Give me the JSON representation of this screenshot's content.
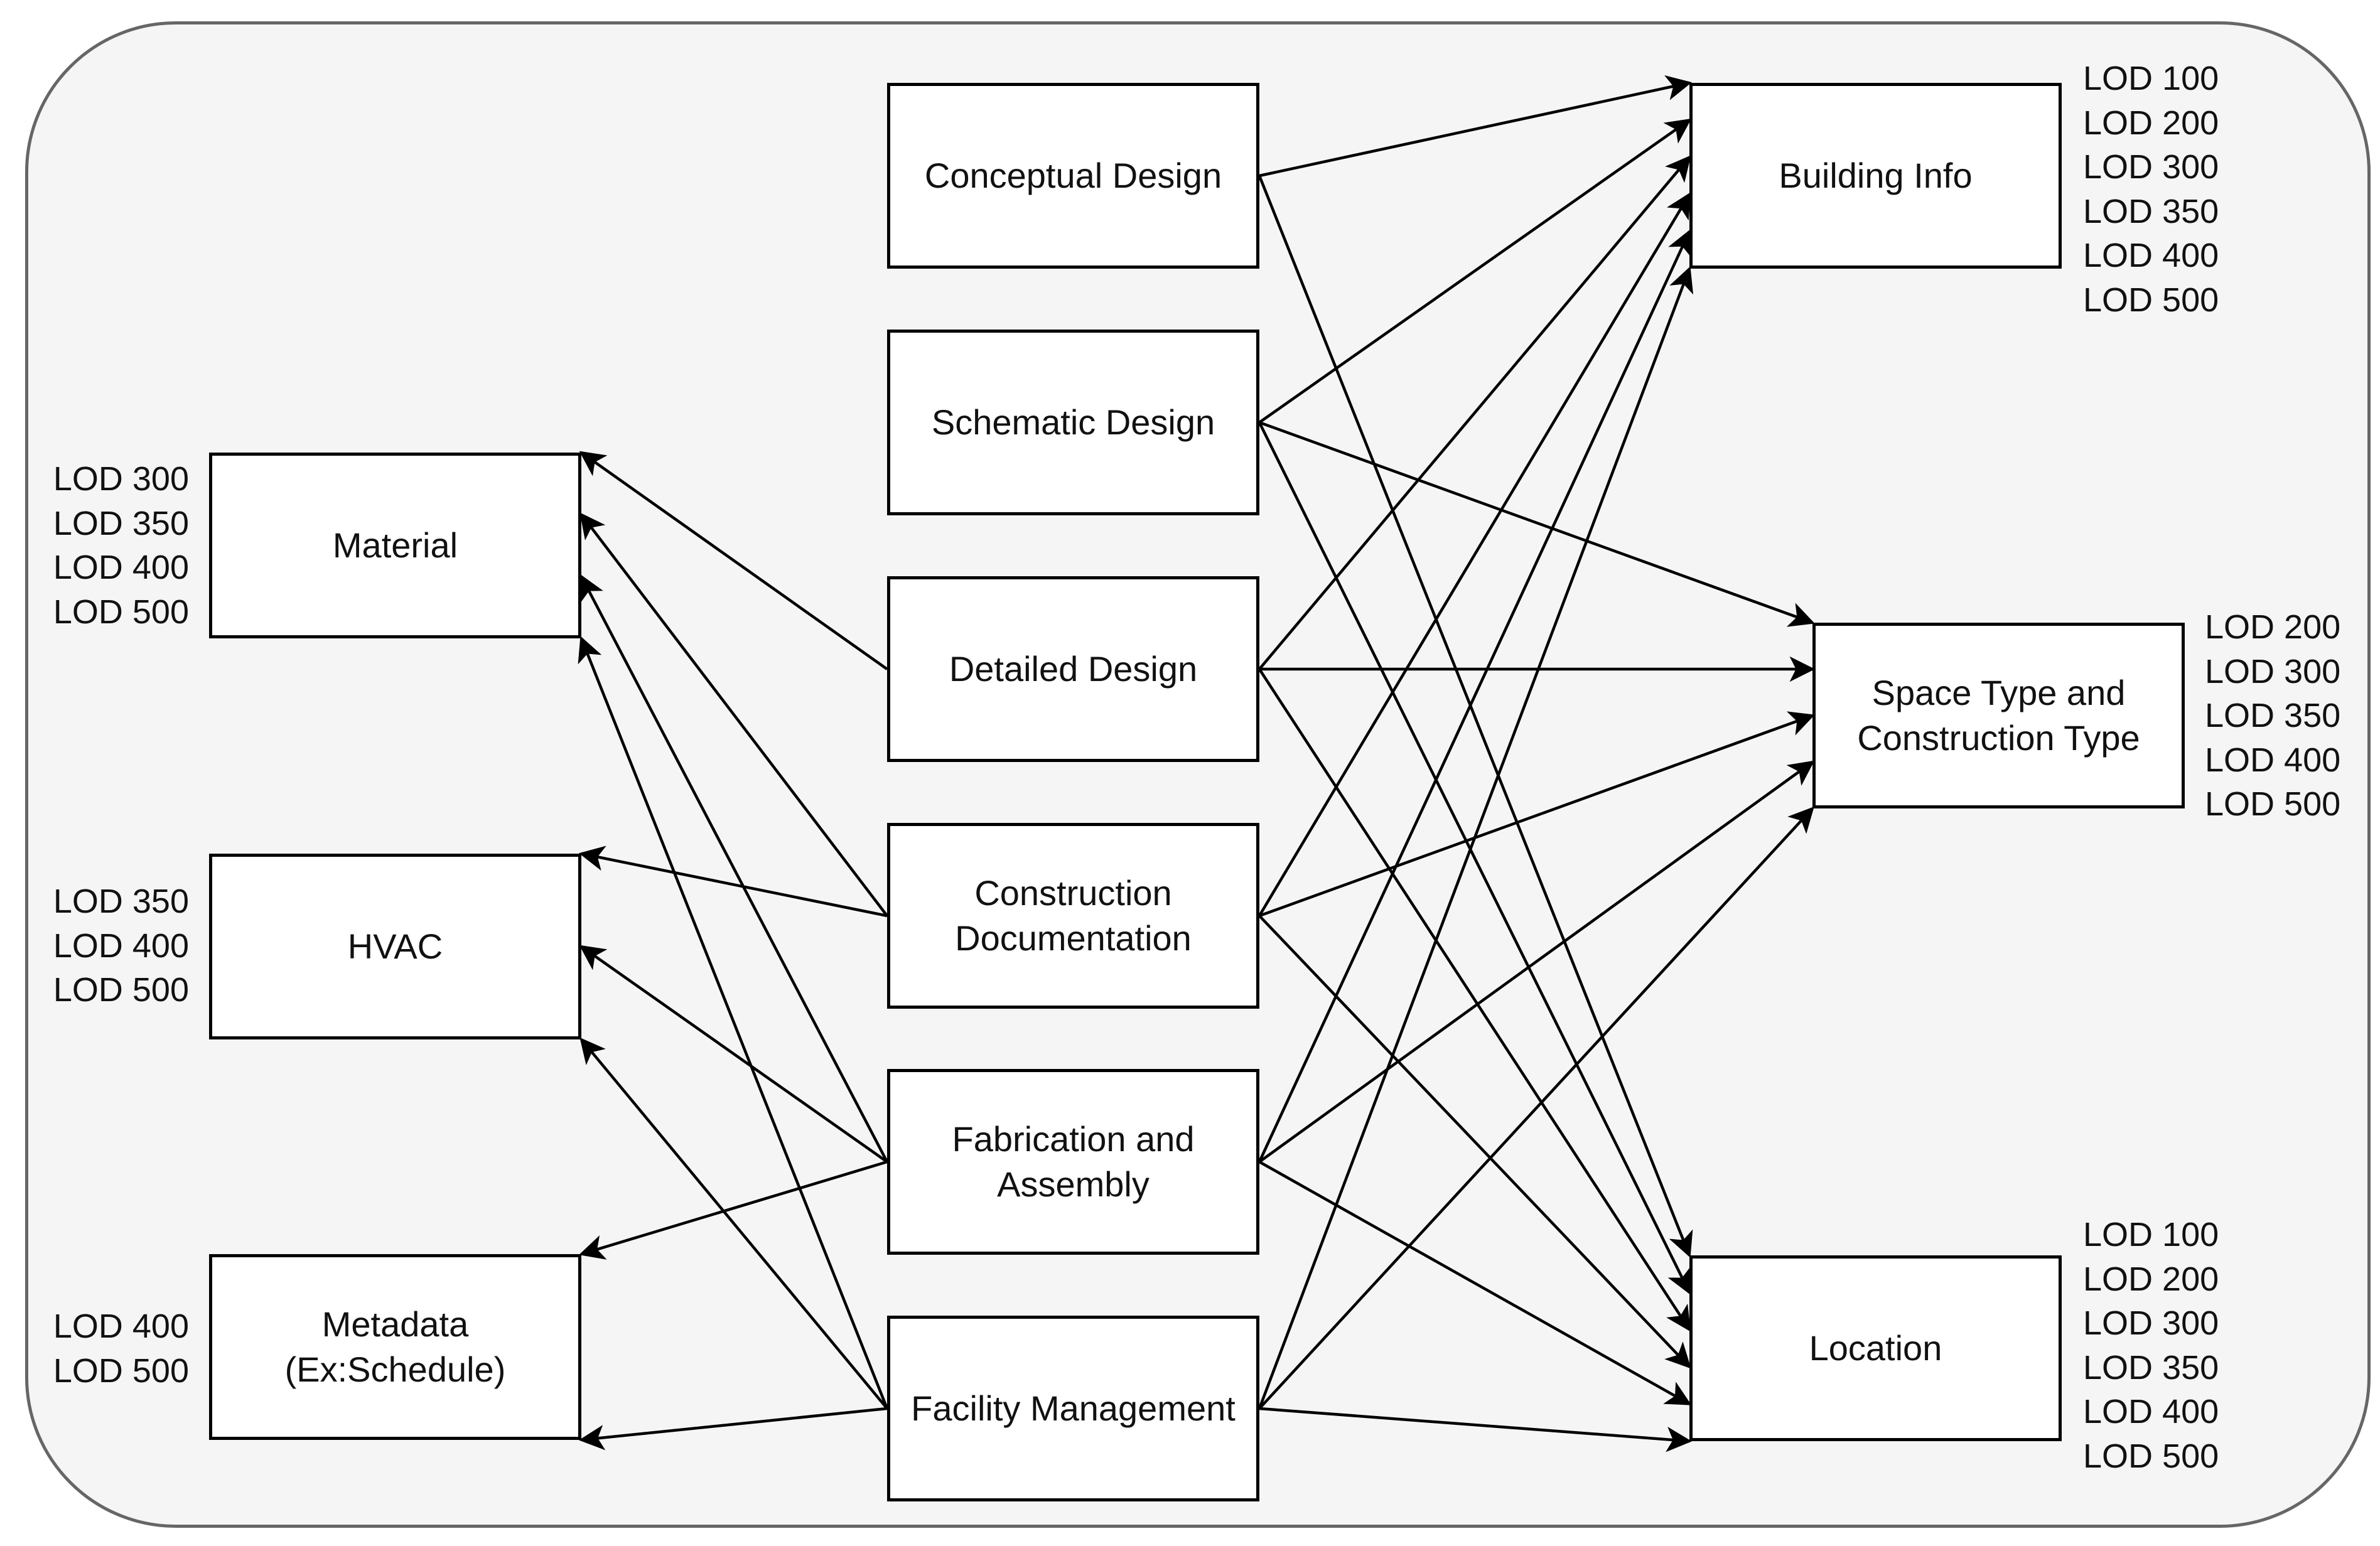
{
  "diagram": {
    "nodes": {
      "conceptual_design": {
        "lines": [
          "Conceptual Design"
        ]
      },
      "schematic_design": {
        "lines": [
          "Schematic Design"
        ]
      },
      "detailed_design": {
        "lines": [
          "Detailed Design"
        ]
      },
      "construction_documentation": {
        "lines": [
          "Construction",
          "Documentation"
        ]
      },
      "fabrication_assembly": {
        "lines": [
          "Fabrication and",
          "Assembly"
        ]
      },
      "facility_management": {
        "lines": [
          "Facility Management"
        ]
      },
      "material": {
        "lines": [
          "Material"
        ]
      },
      "hvac": {
        "lines": [
          "HVAC"
        ]
      },
      "metadata": {
        "lines": [
          "Metadata",
          "(Ex:Schedule)"
        ]
      },
      "building_info": {
        "lines": [
          "Building Info"
        ]
      },
      "space_construction_type": {
        "lines": [
          "Space Type and",
          "Construction Type"
        ]
      },
      "location": {
        "lines": [
          "Location"
        ]
      }
    },
    "lod_levels": {
      "material": [
        "LOD 300",
        "LOD 350",
        "LOD 400",
        "LOD 500"
      ],
      "hvac": [
        "LOD 350",
        "LOD 400",
        "LOD 500"
      ],
      "metadata": [
        "LOD 400",
        "LOD 500"
      ],
      "building_info": [
        "LOD 100",
        "LOD 200",
        "LOD 300",
        "LOD 350",
        "LOD 400",
        "LOD 500"
      ],
      "space_construction_type": [
        "LOD 200",
        "LOD 300",
        "LOD 350",
        "LOD 400",
        "LOD 500"
      ],
      "location": [
        "LOD 100",
        "LOD 200",
        "LOD 300",
        "LOD 350",
        "LOD 400",
        "LOD 500"
      ]
    },
    "edges": [
      [
        "conceptual_design",
        "building_info"
      ],
      [
        "conceptual_design",
        "location"
      ],
      [
        "schematic_design",
        "building_info"
      ],
      [
        "schematic_design",
        "space_construction_type"
      ],
      [
        "schematic_design",
        "location"
      ],
      [
        "detailed_design",
        "building_info"
      ],
      [
        "detailed_design",
        "space_construction_type"
      ],
      [
        "detailed_design",
        "location"
      ],
      [
        "detailed_design",
        "material"
      ],
      [
        "construction_documentation",
        "building_info"
      ],
      [
        "construction_documentation",
        "space_construction_type"
      ],
      [
        "construction_documentation",
        "location"
      ],
      [
        "construction_documentation",
        "material"
      ],
      [
        "construction_documentation",
        "hvac"
      ],
      [
        "fabrication_assembly",
        "building_info"
      ],
      [
        "fabrication_assembly",
        "space_construction_type"
      ],
      [
        "fabrication_assembly",
        "location"
      ],
      [
        "fabrication_assembly",
        "material"
      ],
      [
        "fabrication_assembly",
        "hvac"
      ],
      [
        "fabrication_assembly",
        "metadata"
      ],
      [
        "facility_management",
        "building_info"
      ],
      [
        "facility_management",
        "space_construction_type"
      ],
      [
        "facility_management",
        "location"
      ],
      [
        "facility_management",
        "material"
      ],
      [
        "facility_management",
        "hvac"
      ],
      [
        "facility_management",
        "metadata"
      ]
    ]
  }
}
